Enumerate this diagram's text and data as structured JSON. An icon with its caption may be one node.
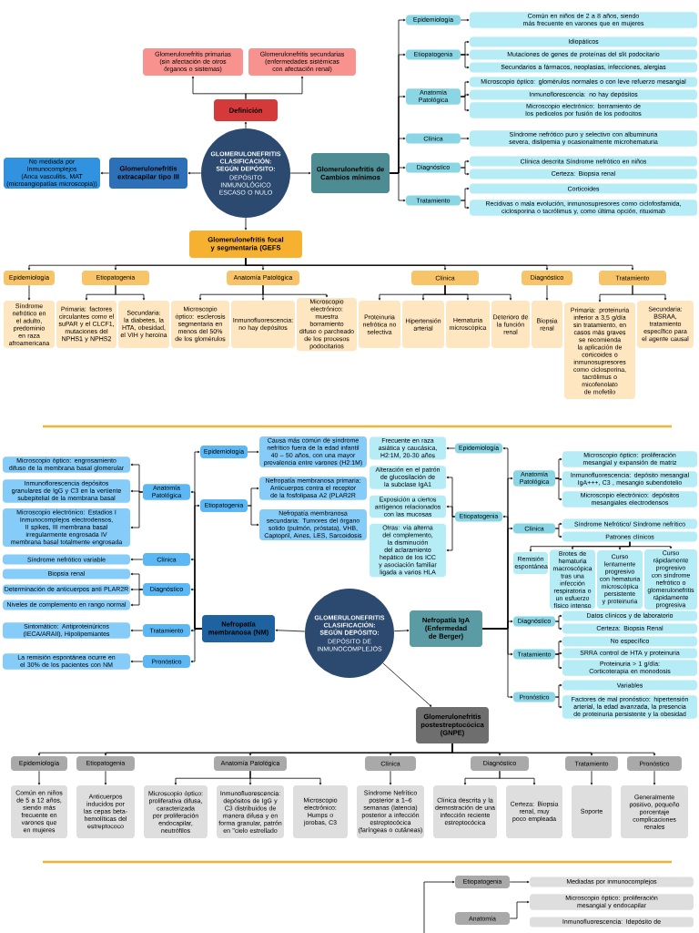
{
  "diagram": {
    "nodes": [
      {
        "text": [
          "GLOMERULONEFRITIS CLASIFICACIÓN: SEGÚN DEPÓSITO:",
          "DEPÓSITO INMUNOLÓGICO ESCASO O NULO"
        ]
      },
      {
        "text": [
          "Definición"
        ]
      },
      {
        "text": [
          "Glomerulonefritis primarias (sin afectación de otros órganos o sistemas)"
        ]
      },
      {
        "text": [
          "Glomerulonefritis secundarias (enfermedades sistémicas con afectación renal)"
        ]
      },
      {
        "text": [
          "Glomerulonefritis extracapilar tipo III"
        ]
      },
      {
        "text": [
          "No mediada por Inmunocomplejos (Anca vasculitis, MAT (microangiopatías microscopia))"
        ]
      },
      {
        "text": [
          "Glomerulonefritis de Cambios mínimos"
        ]
      },
      {
        "text": [
          "Epidemiología"
        ]
      },
      {
        "text": [
          "Común en niños de 2 a 8 años, siendo más frecuente en varones que en mujeres"
        ]
      },
      {
        "text": [
          "Etiopatogenia"
        ]
      },
      {
        "text": [
          "Idiopáticos"
        ]
      },
      {
        "text": [
          "Mutaciones de genes de proteínas del slit podocitario"
        ]
      },
      {
        "text": [
          "Secundarios a fármacos, neoplasias, infecciones, alergias"
        ]
      },
      {
        "text": [
          "Anatomía Patológica"
        ]
      },
      {
        "text": [
          "Microscopio óptico: glomérulos normales o con leve refuerzo mesangial"
        ]
      },
      {
        "text": [
          "Inmunoflorescencia: no hay depósitos"
        ]
      },
      {
        "text": [
          "Microscopio electrónico: borramiento de los pedicelos por fusión de los podocitos"
        ]
      },
      {
        "text": [
          "Clínica"
        ]
      },
      {
        "text": [
          "Síndrome nefrótico puro y selectivo con albuminuria severa, dislipemia y ocasionalmente microhematuria"
        ]
      },
      {
        "text": [
          "Diagnóstico"
        ]
      },
      {
        "text": [
          "Clínica descrita Síndrome nefrótico en niños"
        ]
      },
      {
        "text": [
          "Certeza: Biopsia renal"
        ]
      },
      {
        "text": [
          "Tratamiento"
        ]
      },
      {
        "text": [
          "Corticoides"
        ]
      },
      {
        "text": [
          "Recidivas o mala evolución, inmunosupresores como ciclofosfamida, ciclosporina o tacrólimus y, como última opción, rituximab"
        ]
      },
      {
        "text": [
          "Glomerulonefritis focal y segmentaria (GEFS"
        ]
      },
      {
        "text": [
          "Epidemiología"
        ]
      },
      {
        "text": [
          "Etiopatogenia"
        ]
      },
      {
        "text": [
          "Anatomía Patológica"
        ]
      },
      {
        "text": [
          "Clínica"
        ]
      },
      {
        "text": [
          "Diagnóstico"
        ]
      },
      {
        "text": [
          "Tratamiento"
        ]
      },
      {
        "text": [
          "Síndrome nefrótico en el adulto, predominio en raza afroamericana"
        ]
      },
      {
        "text": [
          "Primaria: factores circulantes como el suPAR y el CLCF1, mutaciones del NPHS1 y NPHS2"
        ]
      },
      {
        "text": [
          "Secundaria: la diabetes, la HTA, obesidad, el VIH y heroína"
        ]
      },
      {
        "text": [
          "Microscopio óptico: esclerosis segmentaria en menos del 50% de los glomérulos"
        ]
      },
      {
        "text": [
          "Inmunofluorescencia: no hay depósitos"
        ]
      },
      {
        "text": [
          "Microscopio electrónico: muestra borramiento difuso o parcheado de los procesos podocitarios"
        ]
      },
      {
        "text": [
          "Proteinuria nefrótica no selectiva"
        ]
      },
      {
        "text": [
          "Hipertensión arterial"
        ]
      },
      {
        "text": [
          "Hematuria microscópica"
        ]
      },
      {
        "text": [
          "Deterioro de la función renal"
        ]
      },
      {
        "text": [
          "Biopsia renal"
        ]
      },
      {
        "text": [
          "Primaria: proteinuria inferior a 3,5 g/día sin tratamiento, en casos más graves se recomienda la aplicación de corticoides o inmunosupresores como ciclosporina, tacrólimus o micofenolato de mofetilo"
        ]
      },
      {
        "text": [
          "Secundaria: BSRAA, tratamiento específico para el agente causal"
        ]
      },
      {
        "text": [
          "GLOMERULONEFRITIS CLASIFICACIÓN: SEGÚN DEPÓSITO:",
          "DEPÓSITO DE INMUNOCOMPLEJOS"
        ]
      },
      {
        "text": [
          "Nefropatía membranosa (NM)"
        ]
      },
      {
        "text": [
          "Epidemiología"
        ]
      },
      {
        "text": [
          "Causa más común de síndrome nefrítico fuera de la edad infantil 40 – 50 años, con una mayor prevalencia entre varones (H2:1M)"
        ]
      },
      {
        "text": [
          "Etiopatogenia"
        ]
      },
      {
        "text": [
          "Nefropatía membranosa primaria: Anticuerpos contra el receptor de la fosfolipasa A2 (PLAR2R"
        ]
      },
      {
        "text": [
          "Nefropatía membranosa secundaria: Tumores del órgano solido (pulmón, próstata), VHB, Captopril, Aines, LES, Sarcoidosis"
        ]
      },
      {
        "text": [
          "Anatomía Patológica"
        ]
      },
      {
        "text": [
          "Microscopio óptico: engrosamiento difuso de la membrana basal glomerular"
        ]
      },
      {
        "text": [
          "Inmunoflorescencia depósitos granulares de IgG y C3 en la vertiente subepitelial de la membrana basal"
        ]
      },
      {
        "text": [
          "Microscopio electrónico: Estadios I Inmunocomplejos electrodensos, II spikes, III membrana basal irregularmente engrosada IV membrana basal totalmente engrosada"
        ]
      },
      {
        "text": [
          "Clínica"
        ]
      },
      {
        "text": [
          "Síndrome nefrótico variable"
        ]
      },
      {
        "text": [
          "Diagnóstico"
        ]
      },
      {
        "text": [
          "Biopsia renal"
        ]
      },
      {
        "text": [
          "Determinación de anticuerpos anti PLAR2R"
        ]
      },
      {
        "text": [
          "Niveles de complemento en rango normal"
        ]
      },
      {
        "text": [
          "Tratamiento"
        ]
      },
      {
        "text": [
          "Sintomático: Antiproteinúricos (IECA/ARAII), Hipolipemiantes"
        ]
      },
      {
        "text": [
          "Pronóstico"
        ]
      },
      {
        "text": [
          "La remisión espontánea ocurre en el 30% de los pacientes con NM"
        ]
      },
      {
        "text": [
          "Nefropatía IgA (Enfermedad de Berger)"
        ]
      },
      {
        "text": [
          "Epidemiología"
        ]
      },
      {
        "text": [
          "Frecuente en raza asiática y caucásica, H2:1M, 20-30 años"
        ]
      },
      {
        "text": [
          "Etiopatogenia"
        ]
      },
      {
        "text": [
          "Alteración en el patrón de glucosilación de la subclase IgA1"
        ]
      },
      {
        "text": [
          "Exposición a ciertos antígenos relacionados con las mucosas"
        ]
      },
      {
        "text": [
          "Otras: vía alterna del complemento, la disminución del aclaramiento hepático de los ICC y asociación familiar ligada a varios HLA"
        ]
      },
      {
        "text": [
          "Anatomía Patológica"
        ]
      },
      {
        "text": [
          "Microscopio óptico: proliferación mesangial y expansión de matriz"
        ]
      },
      {
        "text": [
          "Inmunofluorescencia: depósito mesangial IgA+++, C3 , mesangio subendotelio"
        ]
      },
      {
        "text": [
          "Microscopio electrónico: depósitos mesangiales electrodensos"
        ]
      },
      {
        "text": [
          "Clínica"
        ]
      },
      {
        "text": [
          "Síndrome Nefrótico/ Síndrome nefrítico"
        ]
      },
      {
        "text": [
          "Patrones clínicos"
        ]
      },
      {
        "text": [
          "Remisión espontánea"
        ]
      },
      {
        "text": [
          "Brotes de hematuria macroscópica tras una infección respiratoria o un esfuerzo físico intenso"
        ]
      },
      {
        "text": [
          "Curso lentamente progresivo con hematuria microscópica persistente y proteinuria"
        ]
      },
      {
        "text": [
          "Curso rápidamente progresivo con síndrome nefrótico o glomerulonefritis rápidamente progresiva"
        ]
      },
      {
        "text": [
          "Diagnóstico"
        ]
      },
      {
        "text": [
          "Datos clínicos y de laboratorio"
        ]
      },
      {
        "text": [
          "Certeza: Biopsia Renal"
        ]
      },
      {
        "text": [
          "Tratamiento"
        ]
      },
      {
        "text": [
          "No específico"
        ]
      },
      {
        "text": [
          "SRRA control de HTA y proteinuria"
        ]
      },
      {
        "text": [
          "Proteinuria > 1 g/día: Corticoterapia en monodosis"
        ]
      },
      {
        "text": [
          "Pronóstico"
        ]
      },
      {
        "text": [
          "Variables"
        ]
      },
      {
        "text": [
          "Factores de mal pronóstico: hipertensión arterial, la edad avanzada, la presencia de proteinuria persistente y la obesidad"
        ]
      },
      {
        "text": [
          "Glomerulonefritis postestreptocócica (GNPE)"
        ]
      },
      {
        "text": [
          "Epidemiología"
        ]
      },
      {
        "text": [
          "Etiopatogenia"
        ]
      },
      {
        "text": [
          "Anatomía Patológica"
        ]
      },
      {
        "text": [
          "Clínica"
        ]
      },
      {
        "text": [
          "Diagnóstico"
        ]
      },
      {
        "text": [
          "Tratamiento"
        ]
      },
      {
        "text": [
          "Pronóstico"
        ]
      },
      {
        "text": [
          "Común en niños de 5 a 12 años, siendo más frecuente en varones que en mujeres"
        ]
      },
      {
        "text": [
          "Anticuerpos inducidos por las cepas beta-hemolíticas del estreptococo"
        ]
      },
      {
        "text": [
          "Microscopio óptico: proliferativa difusa, caracterizada por proliferación endocapilar, neutrófilos"
        ]
      },
      {
        "text": [
          "Inmunofluorescencia: depósitos de IgG y C3 distribuidos de manera difusa y en forma granular, patrón en \"cielo estrellado"
        ]
      },
      {
        "text": [
          "Microscopio electrónico: Humps o jorobas, C3"
        ]
      },
      {
        "text": [
          "Síndrome Nefrítico posterior a 1–6 semanas (latencia) posterior a infección estreptocócica (faríngeas o cutáneas)"
        ]
      },
      {
        "text": [
          "Clínica descrita y la demostración de una infección reciente estreptocócica"
        ]
      },
      {
        "text": [
          "Certeza: Biopsia renal, muy poco empleada"
        ]
      },
      {
        "text": [
          "Soporte"
        ]
      },
      {
        "text": [
          "Generalmente positivo, pequeño porcentaje complicaciones renales"
        ]
      },
      {
        "text": [
          "Etiopatogenia"
        ]
      },
      {
        "text": [
          "Mediadas por inmunocomplejos"
        ]
      },
      {
        "text": [
          "Anatomía"
        ]
      },
      {
        "text": [
          "Microscopio óptico: proliferación mesangial y endocapilar"
        ]
      },
      {
        "text": [
          "Inmunofluorescencia: Idepósito de"
        ]
      }
    ],
    "edges": [
      {
        "from": 0,
        "to": 1,
        "arrow": "to"
      },
      {
        "from": 0,
        "to": 4,
        "arrow": "to"
      },
      {
        "from": 0,
        "to": 6,
        "arrow": "to"
      },
      {
        "from": 0,
        "to": 25,
        "arrow": "to"
      },
      {
        "from": 1,
        "to": 2,
        "arrow": "to"
      },
      {
        "from": 1,
        "to": 3,
        "arrow": "to"
      },
      {
        "from": 4,
        "to": 5,
        "arrow": "to"
      },
      {
        "from": 6,
        "to": 7,
        "arrow": "to"
      },
      {
        "from": 6,
        "to": 9,
        "arrow": "to"
      },
      {
        "from": 6,
        "to": 13,
        "arrow": "to"
      },
      {
        "from": 6,
        "to": 17,
        "arrow": "to"
      },
      {
        "from": 6,
        "to": 19,
        "arrow": "to"
      },
      {
        "from": 6,
        "to": 22,
        "arrow": "to"
      },
      {
        "from": 7,
        "to": 8,
        "arrow": "to"
      },
      {
        "from": 9,
        "to": 10,
        "arrow": "to"
      },
      {
        "from": 9,
        "to": 11,
        "arrow": "to"
      },
      {
        "from": 9,
        "to": 12,
        "arrow": "to"
      },
      {
        "from": 13,
        "to": 14,
        "arrow": "to"
      },
      {
        "from": 13,
        "to": 15,
        "arrow": "to"
      },
      {
        "from": 13,
        "to": 16,
        "arrow": "to"
      },
      {
        "from": 17,
        "to": 18,
        "arrow": "to"
      },
      {
        "from": 19,
        "to": 20,
        "arrow": "to"
      },
      {
        "from": 19,
        "to": 21,
        "arrow": "to"
      },
      {
        "from": 22,
        "to": 23,
        "arrow": "to"
      },
      {
        "from": 22,
        "to": 24,
        "arrow": "to"
      },
      {
        "from": 25,
        "to": 26,
        "arrow": "to"
      },
      {
        "from": 25,
        "to": 27,
        "arrow": "to"
      },
      {
        "from": 25,
        "to": 28,
        "arrow": "to"
      },
      {
        "from": 25,
        "to": 29,
        "arrow": "to"
      },
      {
        "from": 25,
        "to": 30,
        "arrow": "to"
      },
      {
        "from": 25,
        "to": 31,
        "arrow": "to"
      },
      {
        "from": 26,
        "to": 32,
        "arrow": "to"
      },
      {
        "from": 27,
        "to": 33,
        "arrow": "to"
      },
      {
        "from": 27,
        "to": 34,
        "arrow": "to"
      },
      {
        "from": 28,
        "to": 35,
        "arrow": "to"
      },
      {
        "from": 28,
        "to": 36,
        "arrow": "to"
      },
      {
        "from": 28,
        "to": 37,
        "arrow": "to"
      },
      {
        "from": 29,
        "to": 38,
        "arrow": "to"
      },
      {
        "from": 29,
        "to": 39,
        "arrow": "to"
      },
      {
        "from": 29,
        "to": 40,
        "arrow": "to"
      },
      {
        "from": 29,
        "to": 41,
        "arrow": "to"
      },
      {
        "from": 30,
        "to": 42,
        "arrow": "to"
      },
      {
        "from": 31,
        "to": 43,
        "arrow": "to"
      },
      {
        "from": 31,
        "to": 44,
        "arrow": "to"
      },
      {
        "from": 45,
        "to": 46,
        "arrow": "to"
      },
      {
        "from": 45,
        "to": 66,
        "arrow": "to"
      },
      {
        "from": 45,
        "to": 94,
        "arrow": "to"
      },
      {
        "from": 46,
        "to": 47,
        "arrow": "to"
      },
      {
        "from": 46,
        "to": 49,
        "arrow": "to"
      },
      {
        "from": 46,
        "to": 52,
        "arrow": "to"
      },
      {
        "from": 46,
        "to": 56,
        "arrow": "to"
      },
      {
        "from": 46,
        "to": 58,
        "arrow": "to"
      },
      {
        "from": 46,
        "to": 62,
        "arrow": "to"
      },
      {
        "from": 46,
        "to": 64,
        "arrow": "to"
      },
      {
        "from": 47,
        "to": 48,
        "arrow": "to"
      },
      {
        "from": 49,
        "to": 50,
        "arrow": "to"
      },
      {
        "from": 49,
        "to": 51,
        "arrow": "to"
      },
      {
        "from": 52,
        "to": 53,
        "arrow": "to"
      },
      {
        "from": 52,
        "to": 54,
        "arrow": "to"
      },
      {
        "from": 52,
        "to": 55,
        "arrow": "to"
      },
      {
        "from": 56,
        "to": 57,
        "arrow": "to"
      },
      {
        "from": 58,
        "to": 59,
        "arrow": "to"
      },
      {
        "from": 58,
        "to": 60,
        "arrow": "to"
      },
      {
        "from": 58,
        "to": 61,
        "arrow": "to"
      },
      {
        "from": 62,
        "to": 63,
        "arrow": "to"
      },
      {
        "from": 64,
        "to": 65,
        "arrow": "to"
      },
      {
        "from": 66,
        "to": 67,
        "arrow": "to"
      },
      {
        "from": 66,
        "to": 69,
        "arrow": "to"
      },
      {
        "from": 66,
        "to": 73,
        "arrow": "to"
      },
      {
        "from": 66,
        "to": 77,
        "arrow": "to"
      },
      {
        "from": 66,
        "to": 84,
        "arrow": "to"
      },
      {
        "from": 66,
        "to": 87,
        "arrow": "to"
      },
      {
        "from": 66,
        "to": 91,
        "arrow": "to"
      },
      {
        "from": 67,
        "to": 68,
        "arrow": "to"
      },
      {
        "from": 69,
        "to": 70,
        "arrow": "to"
      },
      {
        "from": 69,
        "to": 71,
        "arrow": "to"
      },
      {
        "from": 69,
        "to": 72,
        "arrow": "to"
      },
      {
        "from": 73,
        "to": 74,
        "arrow": "to"
      },
      {
        "from": 73,
        "to": 75,
        "arrow": "to"
      },
      {
        "from": 73,
        "to": 76,
        "arrow": "to"
      },
      {
        "from": 77,
        "to": 78,
        "arrow": "to"
      },
      {
        "from": 77,
        "to": 79,
        "arrow": "to"
      },
      {
        "from": 79,
        "to": 80,
        "arrow": "to"
      },
      {
        "from": 79,
        "to": 81,
        "arrow": "to"
      },
      {
        "from": 79,
        "to": 82,
        "arrow": "to"
      },
      {
        "from": 79,
        "to": 83,
        "arrow": "to"
      },
      {
        "from": 84,
        "to": 85,
        "arrow": "to"
      },
      {
        "from": 84,
        "to": 86,
        "arrow": "to"
      },
      {
        "from": 87,
        "to": 88,
        "arrow": "to"
      },
      {
        "from": 87,
        "to": 89,
        "arrow": "to"
      },
      {
        "from": 87,
        "to": 90,
        "arrow": "to"
      },
      {
        "from": 91,
        "to": 92,
        "arrow": "to"
      },
      {
        "from": 91,
        "to": 93,
        "arrow": "to"
      },
      {
        "from": 94,
        "to": 95,
        "arrow": "to"
      },
      {
        "from": 94,
        "to": 96,
        "arrow": "to"
      },
      {
        "from": 94,
        "to": 97,
        "arrow": "to"
      },
      {
        "from": 94,
        "to": 98,
        "arrow": "to"
      },
      {
        "from": 94,
        "to": 99,
        "arrow": "to"
      },
      {
        "from": 94,
        "to": 100,
        "arrow": "to"
      },
      {
        "from": 94,
        "to": 101,
        "arrow": "to"
      },
      {
        "from": 95,
        "to": 102,
        "arrow": "to"
      },
      {
        "from": 96,
        "to": 103,
        "arrow": "to"
      },
      {
        "from": 97,
        "to": 104,
        "arrow": "to"
      },
      {
        "from": 97,
        "to": 105,
        "arrow": "to"
      },
      {
        "from": 97,
        "to": 106,
        "arrow": "to"
      },
      {
        "from": 98,
        "to": 107,
        "arrow": "to"
      },
      {
        "from": 99,
        "to": 108,
        "arrow": "to"
      },
      {
        "from": 99,
        "to": 109,
        "arrow": "to"
      },
      {
        "from": 100,
        "to": 110,
        "arrow": "to"
      },
      {
        "from": 101,
        "to": 111,
        "arrow": "to"
      },
      {
        "from": null,
        "to": 112,
        "arrow": "to"
      },
      {
        "from": 112,
        "to": 113,
        "arrow": "to"
      },
      {
        "from": 114,
        "to": 115,
        "arrow": "to"
      }
    ]
  }
}
